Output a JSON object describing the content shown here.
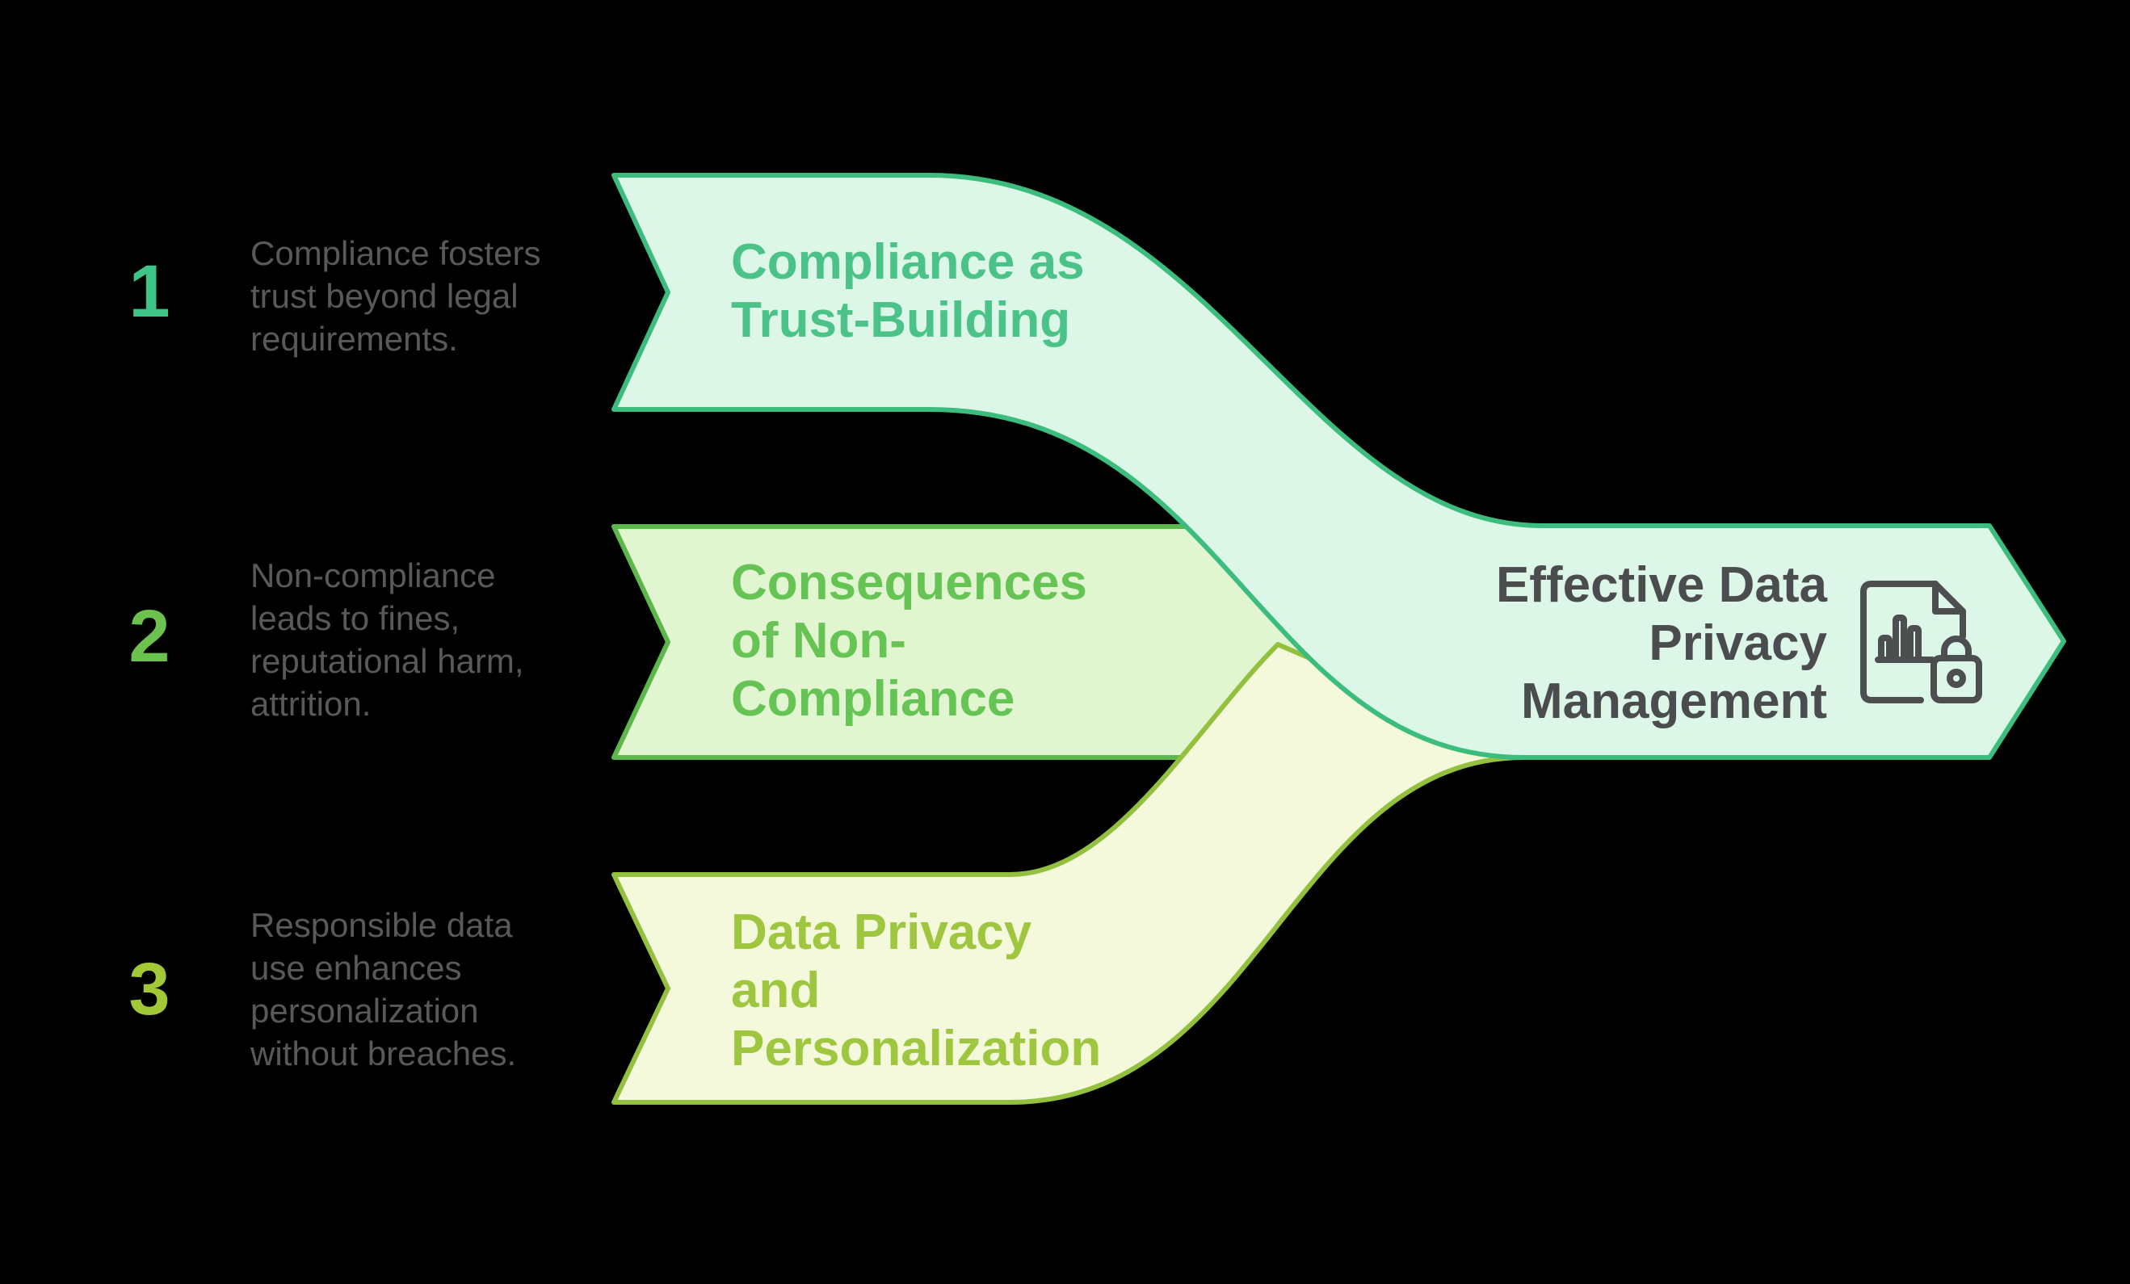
{
  "background": "#000000",
  "rows": [
    {
      "number": "1",
      "number_color": "#3ec487",
      "description": "Compliance fosters\ntrust beyond legal\nrequirements.",
      "title": "Compliance as\nTrust-Building",
      "title_color": "#4bc287",
      "band_fill": "#dcf6e8",
      "band_stroke": "#3cbd7e"
    },
    {
      "number": "2",
      "number_color": "#6cc24e",
      "description": "Non-compliance\nleads to fines,\nreputational harm,\nattrition.",
      "title": "Consequences\nof Non-\nCompliance",
      "title_color": "#66c454",
      "band_fill": "#e2f5d1",
      "band_stroke": "#5cb84a"
    },
    {
      "number": "3",
      "number_color": "#a3c837",
      "description": "Responsible data\nuse enhances\npersonalization\nwithout breaches.",
      "title": "Data Privacy\nand\nPersonalization",
      "title_color": "#9ec73f",
      "band_fill": "#f3f9da",
      "band_stroke": "#93c03e"
    }
  ],
  "result": {
    "title": "Effective Data\nPrivacy\nManagement",
    "title_color": "#4b4c4d",
    "icon": "document-chart-lock-icon",
    "icon_color": "#4d4e50"
  },
  "description_color": "#58595a"
}
